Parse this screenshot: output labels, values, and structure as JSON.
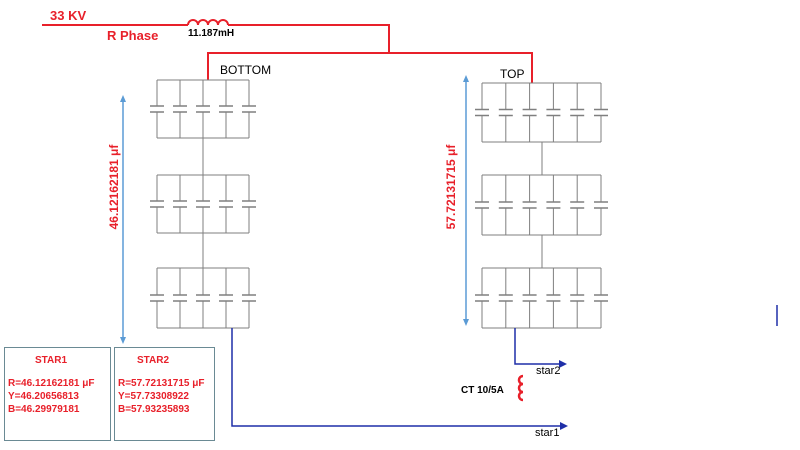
{
  "source": {
    "voltage": "33 KV",
    "phase": "R Phase"
  },
  "inductor": {
    "value": "11.187mH"
  },
  "banks": {
    "bottom": {
      "label": "BOTTOM",
      "capacitance": "46.12162181 μf"
    },
    "top": {
      "label": "TOP",
      "capacitance": "57.72131715 μf"
    }
  },
  "ct": {
    "label": "CT 10/5A"
  },
  "outputs": {
    "star1": "star1",
    "star2": "star2"
  },
  "star_tables": [
    {
      "title": "STAR1",
      "rows": [
        "R=46.12162181 μF",
        "Y=46.20656813",
        "B=46.29979181"
      ]
    },
    {
      "title": "STAR2",
      "rows": [
        "R=57.72131715 μF",
        "Y=57.73308922",
        "B=57.93235893"
      ]
    }
  ],
  "colors": {
    "phase_line": "#e8202a",
    "neutral_line": "#1f2fa8",
    "arrow": "#5b9bd5",
    "capacitor": "#7f7f7f"
  }
}
